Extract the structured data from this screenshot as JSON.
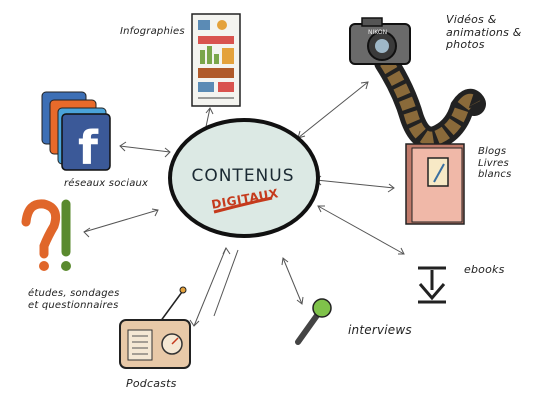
{
  "center": {
    "title": "CONTENUS",
    "subtitle": "DIGITAUX"
  },
  "nodes": {
    "infographics": "Infographies",
    "videos": "Vidéos & animations & photos",
    "social": "réseaux sociaux",
    "blogs": "Blogs Livres blancs",
    "surveys": "études, sondages et questionnaires",
    "ebooks": "ebooks",
    "interviews": "interviews",
    "podcasts": "Podcasts"
  },
  "camera_brand": "NIKON",
  "facebook_letter": "f",
  "colors": {
    "ellipse_fill": "#dce9e4",
    "accent_red": "#c53a1c",
    "facebook_blue": "#3b5998",
    "question_orange": "#e0662a",
    "question_green": "#5a8a2e",
    "radio_body": "#e8c9a8",
    "book_cover": "#f0b8a8"
  }
}
